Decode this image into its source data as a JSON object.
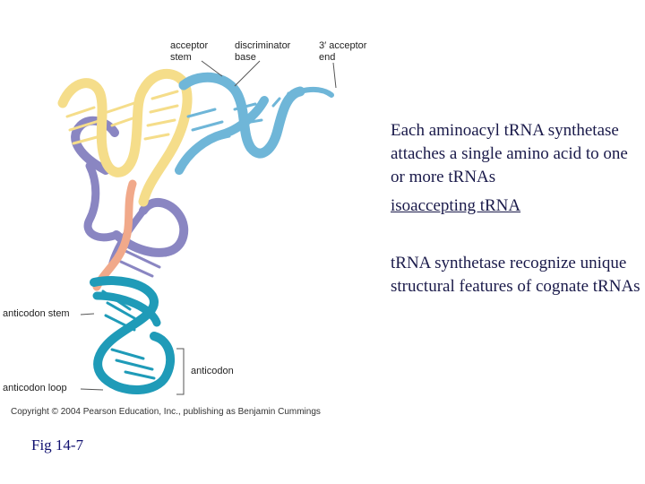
{
  "labels": {
    "acceptor_stem_1": "acceptor",
    "acceptor_stem_2": "stem",
    "discriminator_1": "discriminator",
    "discriminator_2": "base",
    "acceptor_end_1": "3′ acceptor",
    "acceptor_end_2": "end",
    "anticodon_stem": "anticodon stem",
    "anticodon": "anticodon",
    "anticodon_loop": "anticodon loop"
  },
  "copyright": "Copyright © 2004 Pearson Education, Inc., publishing as Benjamin Cummings",
  "figure_caption": "Fig 14-7",
  "text": {
    "point1": "Each aminoacyl tRNA synthetase attaches a single amino acid to one or more tRNAs",
    "point2": "isoaccepting tRNA",
    "point3": "tRNA synthetase recognize unique structural features of cognate tRNAs"
  },
  "colors": {
    "acceptor_yellow": "#f5dd8a",
    "acceptor_blue": "#6fb6d8",
    "d_arm_purple": "#8a86c2",
    "anticodon_teal": "#1f9bb8",
    "connector_salmon": "#f1a98a"
  }
}
